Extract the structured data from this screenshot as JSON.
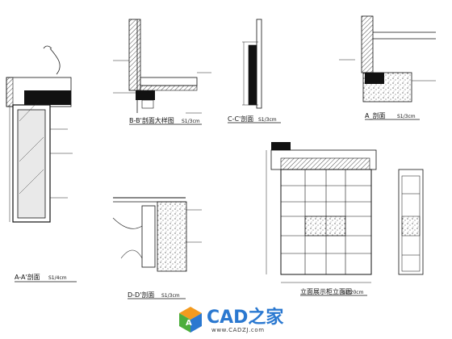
{
  "drawing": {
    "views": [
      {
        "id": "aa",
        "title": "A-A'剖面",
        "scale": "S1/4cm"
      },
      {
        "id": "bb",
        "title": "B-B'剖面大样图",
        "scale": "S1/3cm"
      },
      {
        "id": "cc",
        "title": "C-C'剖面",
        "scale": "S1/3cm"
      },
      {
        "id": "a-pm",
        "title": "A_剖面",
        "scale": "S1/3cm"
      },
      {
        "id": "dd",
        "title": "D-D'剖面",
        "scale": "S1/3cm"
      },
      {
        "id": "main",
        "title": "立面展示柜立面图",
        "scale": "S1/20cm"
      }
    ]
  },
  "watermark": {
    "brand": "CAD之家",
    "url": "www.CADZJ.com",
    "colors": {
      "blue": "#2a78d0",
      "orange": "#f39a1e",
      "green": "#4cae3c"
    }
  }
}
